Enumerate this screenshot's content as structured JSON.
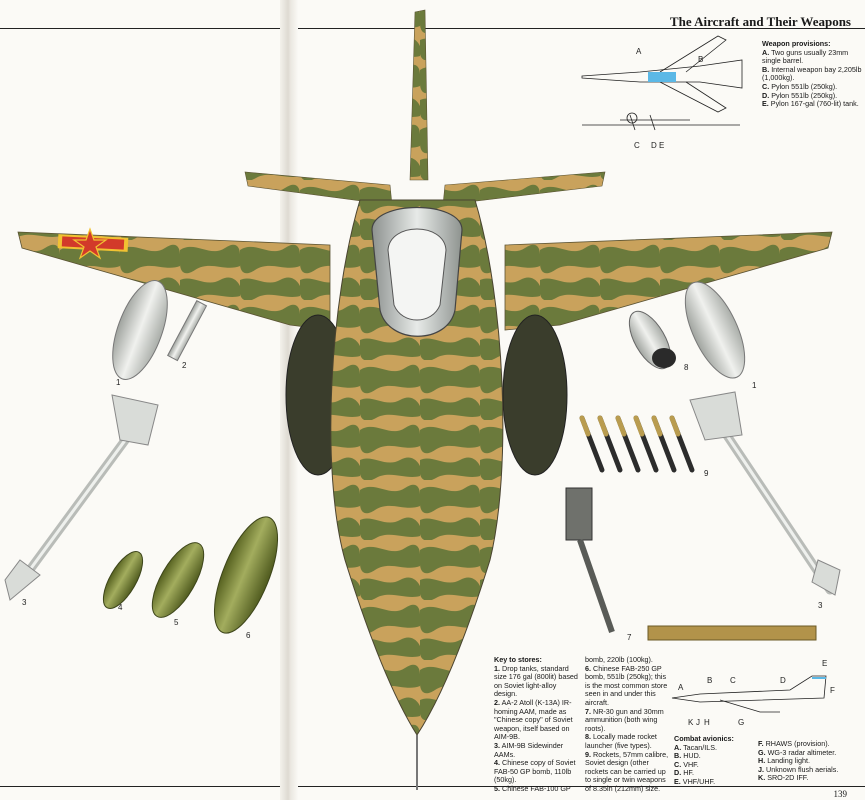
{
  "header": {
    "title": "The Aircraft and Their Weapons",
    "page_number": "139"
  },
  "weapon_provisions": {
    "heading": "Weapon provisions:",
    "items": [
      {
        "letter": "A.",
        "text": "Two guns usually 23mm single barrel."
      },
      {
        "letter": "B.",
        "text": "Internal weapon bay 2,205lb (1,000kg)."
      },
      {
        "letter": "C.",
        "text": "Pylon 551lb (250kg)."
      },
      {
        "letter": "D.",
        "text": "Pylon 551lb (250kg)."
      },
      {
        "letter": "E.",
        "text": "Pylon 167-gal (760-lit) tank."
      }
    ]
  },
  "diagram_labels": {
    "top_view": [
      "A",
      "B"
    ],
    "front_view": [
      "C",
      "D",
      "E"
    ],
    "side_view": [
      "A",
      "B",
      "C",
      "D",
      "E",
      "F",
      "G",
      "H",
      "J",
      "K"
    ]
  },
  "store_numbers": [
    "1",
    "2",
    "1",
    "8",
    "3",
    "3",
    "4",
    "5",
    "6",
    "7",
    "9"
  ],
  "key_to_stores": {
    "heading": "Key to stores:",
    "col1": [
      {
        "num": "1.",
        "text": "Drop tanks, standard size 176 gal (800lit) based on Soviet light-alloy design."
      },
      {
        "num": "2.",
        "text": "AA-2 Atoll (K-13A) IR-homing AAM, made as \"Chinese copy\" of Soviet weapon, itself based on AIM-9B."
      },
      {
        "num": "3.",
        "text": "AIM-9B Sidewinder AAMs."
      },
      {
        "num": "4.",
        "text": "Chinese copy of Soviet FAB-50 GP bomb, 110lb (50kg)."
      },
      {
        "num": "5.",
        "text": "Chinese FAB-100 GP"
      }
    ],
    "col2_lead": "bomb, 220lb (100kg).",
    "col2": [
      {
        "num": "6.",
        "text": "Chinese FAB-250 GP bomb, 551lb (250kg); this is the most common store seen in and under this aircraft."
      },
      {
        "num": "7.",
        "text": "NR-30 gun and 30mm ammunition (both wing roots)."
      },
      {
        "num": "8.",
        "text": "Locally made rocket launcher (five types)."
      },
      {
        "num": "9.",
        "text": "Rockets, 57mm calibre, Soviet design (other rockets can be carried up to single or twin weapons of 8.35in (212mm) size."
      }
    ]
  },
  "combat_avionics": {
    "heading": "Combat avionics:",
    "col1": [
      {
        "letter": "A.",
        "text": "Tacan/ILS."
      },
      {
        "letter": "B.",
        "text": "HUD."
      },
      {
        "letter": "C.",
        "text": "VHF."
      },
      {
        "letter": "D.",
        "text": "HF."
      },
      {
        "letter": "E.",
        "text": "VHF/UHF."
      }
    ],
    "col2": [
      {
        "letter": "F.",
        "text": "RHAWS (provision)."
      },
      {
        "letter": "G.",
        "text": "WG-3 radar altimeter."
      },
      {
        "letter": "H.",
        "text": "Landing light."
      },
      {
        "letter": "J.",
        "text": "Unknown flush aerials."
      },
      {
        "letter": "K.",
        "text": "SRO-2D IFF."
      }
    ]
  },
  "colors": {
    "camo_tan": "#c9a25c",
    "camo_green": "#6b7a3c",
    "missile_grey": "#c9ccc9",
    "bomb_green": "#7d8a3f",
    "roundel_red": "#d23a2a",
    "roundel_yellow": "#f1c232"
  }
}
